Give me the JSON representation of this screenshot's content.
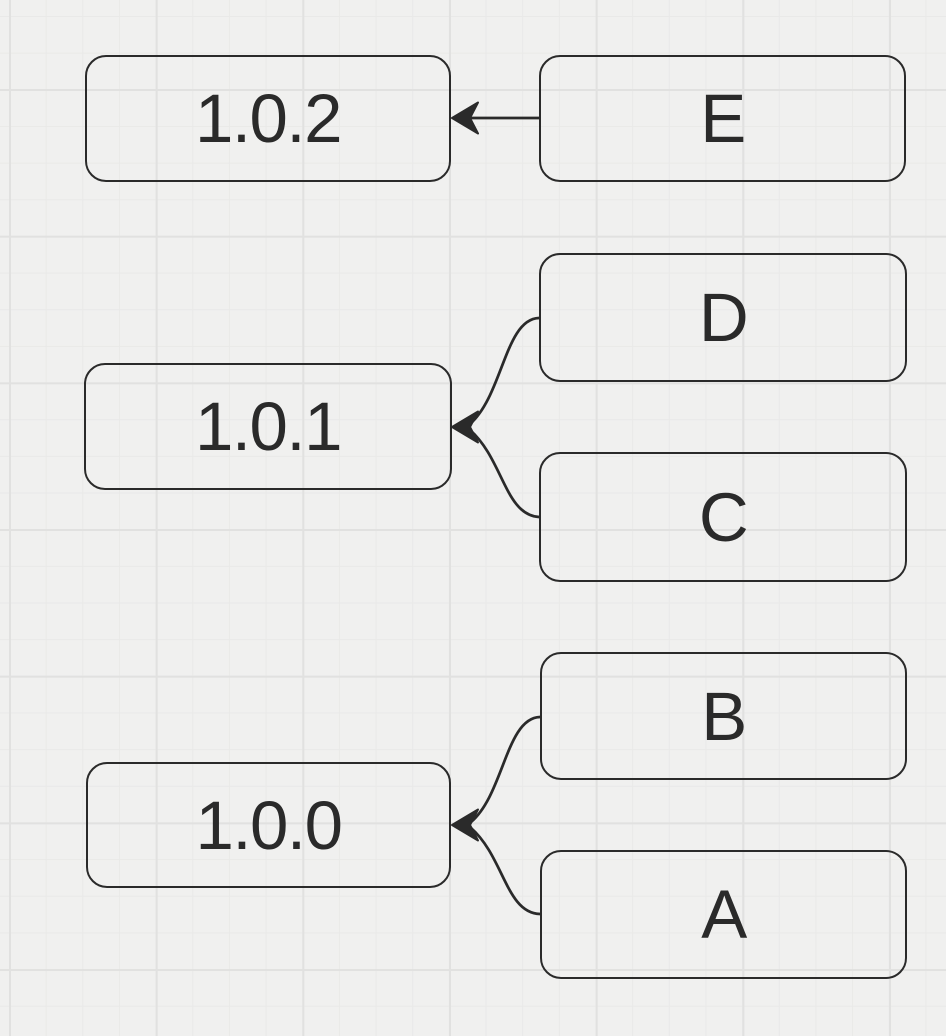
{
  "canvas": {
    "background_color": "#f0f0ef",
    "grid_minor_color": "#e9e9e8",
    "grid_major_color": "#e1e1e0",
    "stroke_color": "#2a2a2a"
  },
  "nodes": {
    "v102": {
      "label": "1.0.2"
    },
    "v101": {
      "label": "1.0.1"
    },
    "v100": {
      "label": "1.0.0"
    },
    "e": {
      "label": "E"
    },
    "d": {
      "label": "D"
    },
    "c": {
      "label": "C"
    },
    "b": {
      "label": "B"
    },
    "a": {
      "label": "A"
    }
  },
  "edges": [
    {
      "from": "E",
      "to": "1.0.2"
    },
    {
      "from": "D",
      "to": "1.0.1"
    },
    {
      "from": "C",
      "to": "1.0.1"
    },
    {
      "from": "B",
      "to": "1.0.0"
    },
    {
      "from": "A",
      "to": "1.0.0"
    }
  ]
}
